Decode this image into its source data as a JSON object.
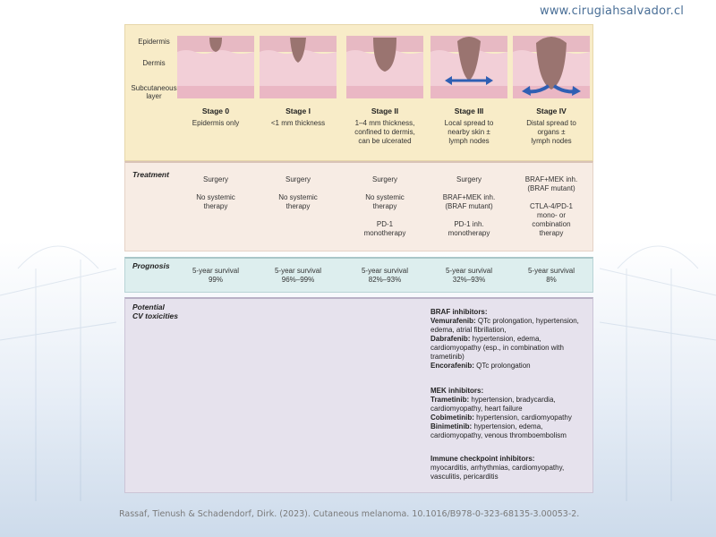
{
  "watermark": "www.cirugiahsalvador.cl",
  "layers": {
    "epidermis": "Epidermis",
    "dermis": "Dermis",
    "subcutaneous": "Subcutaneous layer"
  },
  "stages": [
    {
      "title": "Stage 0",
      "desc": [
        "Epidermis only"
      ]
    },
    {
      "title": "Stage I",
      "desc": [
        "<1 mm thickness"
      ]
    },
    {
      "title": "Stage II",
      "desc": [
        "1–4 mm thickness,",
        "confined to dermis,",
        "can be ulcerated"
      ]
    },
    {
      "title": "Stage III",
      "desc": [
        "Local spread to",
        "nearby skin ±",
        "lymph nodes"
      ]
    },
    {
      "title": "Stage IV",
      "desc": [
        "Distal spread to",
        "organs ±",
        "lymph nodes"
      ]
    }
  ],
  "treatment": {
    "label": "Treatment",
    "cells": [
      [
        "Surgery",
        "",
        "No systemic",
        "therapy"
      ],
      [
        "Surgery",
        "",
        "No systemic",
        "therapy"
      ],
      [
        "Surgery",
        "",
        "No systemic",
        "therapy",
        "",
        "PD-1",
        "monotherapy"
      ],
      [
        "Surgery",
        "",
        "BRAF+MEK inh.",
        "(BRAF mutant)",
        "",
        "PD-1 inh.",
        "monotherapy"
      ],
      [
        "BRAF+MEK inh.",
        "(BRAF mutant)",
        "",
        "CTLA-4/PD-1",
        "mono- or",
        "combination",
        "therapy"
      ]
    ]
  },
  "prognosis": {
    "label": "Prognosis",
    "cells": [
      [
        "5-year survival",
        "99%"
      ],
      [
        "5-year survival",
        "96%–99%"
      ],
      [
        "5-year survival",
        "82%–93%"
      ],
      [
        "5-year survival",
        "32%–93%"
      ],
      [
        "5-year survival",
        "8%"
      ]
    ]
  },
  "toxicities": {
    "label": [
      "Potential",
      "CV toxicities"
    ],
    "groups": [
      {
        "heading": "BRAF inhibitors:",
        "items": [
          {
            "drug": "Vemurafenib:",
            "text": " QTc prolongation, hypertension, edema, atrial fibrillation,"
          },
          {
            "drug": "Dabrafenib:",
            "text": " hypertension, edema, cardiomyopathy (esp., in combination with trametinib)"
          },
          {
            "drug": "Encorafenib:",
            "text": " QTc prolongation"
          }
        ]
      },
      {
        "heading": "MEK inhibitors:",
        "items": [
          {
            "drug": "Trametinib:",
            "text": " hypertension, bradycardia, cardiomyopathy, heart failure"
          },
          {
            "drug": "Cobimetinib:",
            "text": " hypertension, cardiomyopathy"
          },
          {
            "drug": "Binimetinib:",
            "text": " hypertension, edema, cardiomyopathy, venous thromboembolism"
          }
        ]
      },
      {
        "heading": "Immune checkpoint inhibitors:",
        "items": [
          {
            "drug": "",
            "text": "myocarditis, arrhythmias, cardiomyopathy, vasculitis, pericarditis"
          }
        ]
      }
    ]
  },
  "citation": "Rassaf, Tienush & Schadendorf, Dirk. (2023). Cutaneous melanoma. 10.1016/B978-0-323-68135-3.00053-2.",
  "colors": {
    "tumor": "#9a7470",
    "arrow": "#2f5fb3",
    "epidermis": "#e7b9c3",
    "dermis": "#f2cfd7",
    "subcutaneous": "#eab7c4"
  }
}
